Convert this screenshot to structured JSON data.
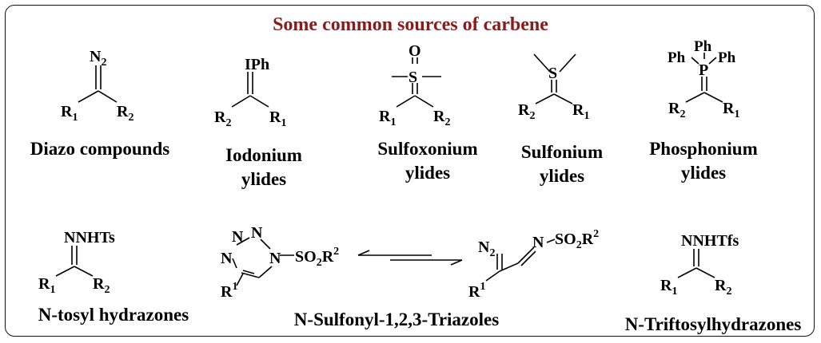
{
  "title": {
    "text": "Some common sources of carbene",
    "color": "#8b1a1a"
  },
  "atoms": {
    "N2": "N",
    "sub2": "2",
    "R": "R",
    "sub1": "1",
    "IPh": "IPh",
    "O": "O",
    "S": "S",
    "P": "P",
    "Ph": "Ph",
    "NNHTs": "NNHTs",
    "NNHTfs": "NNHTfs",
    "N": "N",
    "SO2R": "SO",
    "sup2": "2"
  },
  "compounds": [
    {
      "id": "diazo",
      "label": "Diazo compounds"
    },
    {
      "id": "iodonium",
      "label": "Iodonium ylides"
    },
    {
      "id": "sulfoxonium",
      "label": "Sulfoxonium ylides"
    },
    {
      "id": "sulfonium",
      "label": "Sulfonium ylides"
    },
    {
      "id": "phosphonium",
      "label": "Phosphonium ylides"
    },
    {
      "id": "tosylhydrazone",
      "label": "N-tosyl hydrazones"
    },
    {
      "id": "triazole",
      "label": "N-Sulfonyl-1,2,3-Triazoles"
    },
    {
      "id": "triftosyl",
      "label": "N-Triftosylhydrazones"
    }
  ]
}
